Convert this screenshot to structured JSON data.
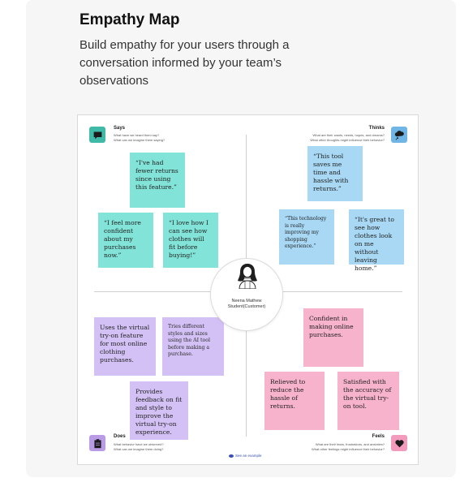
{
  "header": {
    "title": "Empathy Map",
    "description": "Build empathy for your users through a conversation informed by your team’s observations"
  },
  "quadrants": {
    "says": {
      "label": "Says",
      "sub1": "What have we heard them say?",
      "sub2": "What can we imagine them saying?",
      "icon": "speech-bubble-icon",
      "color": "#3fb9a8"
    },
    "thinks": {
      "label": "Thinks",
      "sub1": "What are their wants, needs, hopes, and dreams?",
      "sub2": "What other thoughts might influence their behavior?",
      "icon": "thought-cloud-icon",
      "color": "#6fb6e6"
    },
    "does": {
      "label": "Does",
      "sub1": "What behavior have we observed?",
      "sub2": "What can we imagine them doing?",
      "icon": "clipboard-icon",
      "color": "#b99be6"
    },
    "feels": {
      "label": "Feels",
      "sub1": "What are their fears, frustrations, and anxieties?",
      "sub2": "What other feelings might influence their behavior?",
      "icon": "heart-icon",
      "color": "#f29bbd"
    }
  },
  "notes": {
    "says": [
      "“I've had fewer returns since using this feature.”",
      "“I feel more confident about my purchases now.”",
      "“I love how I can see how clothes will fit before buying!”"
    ],
    "thinks": [
      "“This tool saves me time and hassle with returns.”",
      "“This technology is really improving my shopping experience.”",
      "“It's great to see how clothes look on me without leaving home.”"
    ],
    "does": [
      "Uses the virtual try-on feature for most online clothing purchases.",
      "Tries different styles and sizes using the AI tool before making a purchase.",
      "Provides feedback on fit and style to improve the virtual try-on experience."
    ],
    "feels": [
      "Confident in making online purchases.",
      "Relieved to reduce the hassle of returns.",
      "Satisfied with the accuracy of the virtual try-on tool."
    ]
  },
  "persona": {
    "name": "Neena Mathew",
    "role": "Student(Customer)"
  },
  "footer": {
    "example_link": "See an example"
  }
}
